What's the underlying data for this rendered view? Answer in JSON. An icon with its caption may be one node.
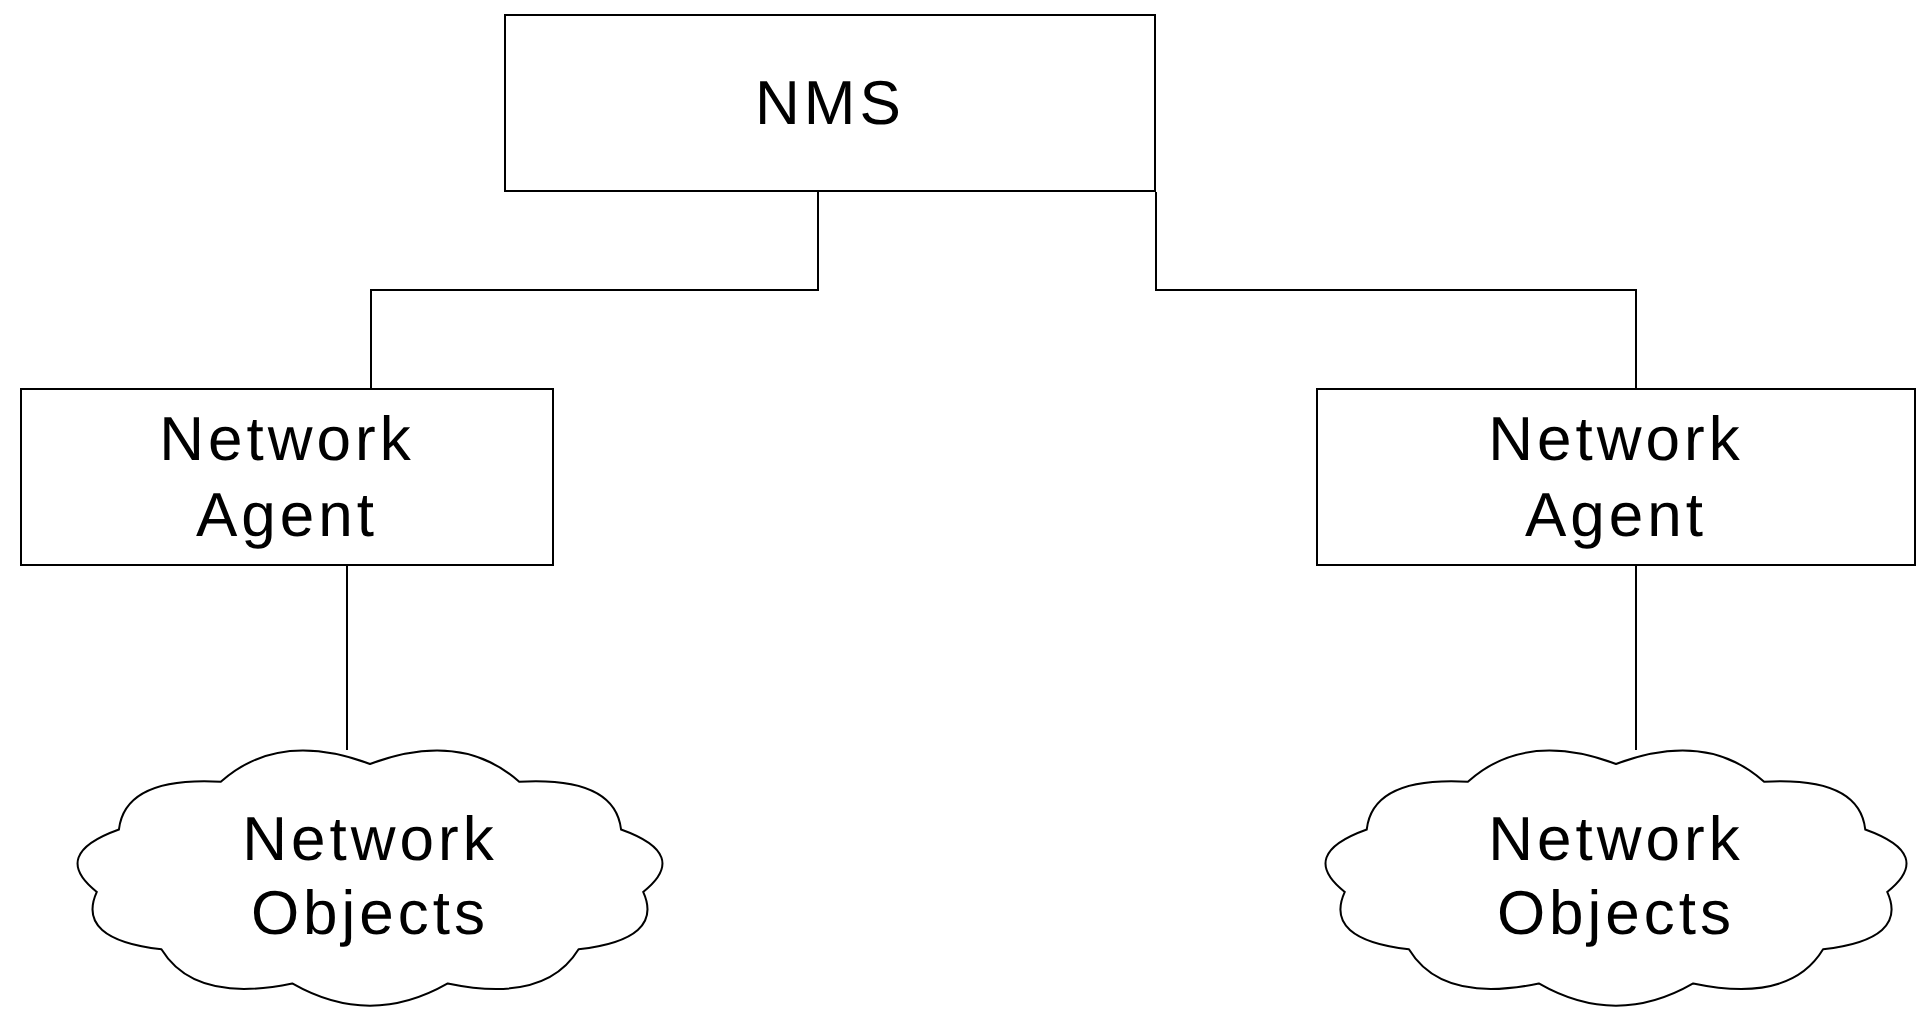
{
  "diagram": {
    "nodes": [
      {
        "text": [
          "NMS"
        ]
      },
      {
        "text": [
          "Network Agent"
        ]
      },
      {
        "text": [
          "Network Agent"
        ]
      },
      {
        "text": [
          "Network Objects"
        ]
      },
      {
        "text": [
          "Network Objects"
        ]
      }
    ],
    "edges": [
      {
        "from": 0,
        "to": 1,
        "arrow": "none"
      },
      {
        "from": 0,
        "to": 2,
        "arrow": "none"
      },
      {
        "from": 1,
        "to": 3,
        "arrow": "none"
      },
      {
        "from": 2,
        "to": 4,
        "arrow": "none"
      }
    ]
  }
}
